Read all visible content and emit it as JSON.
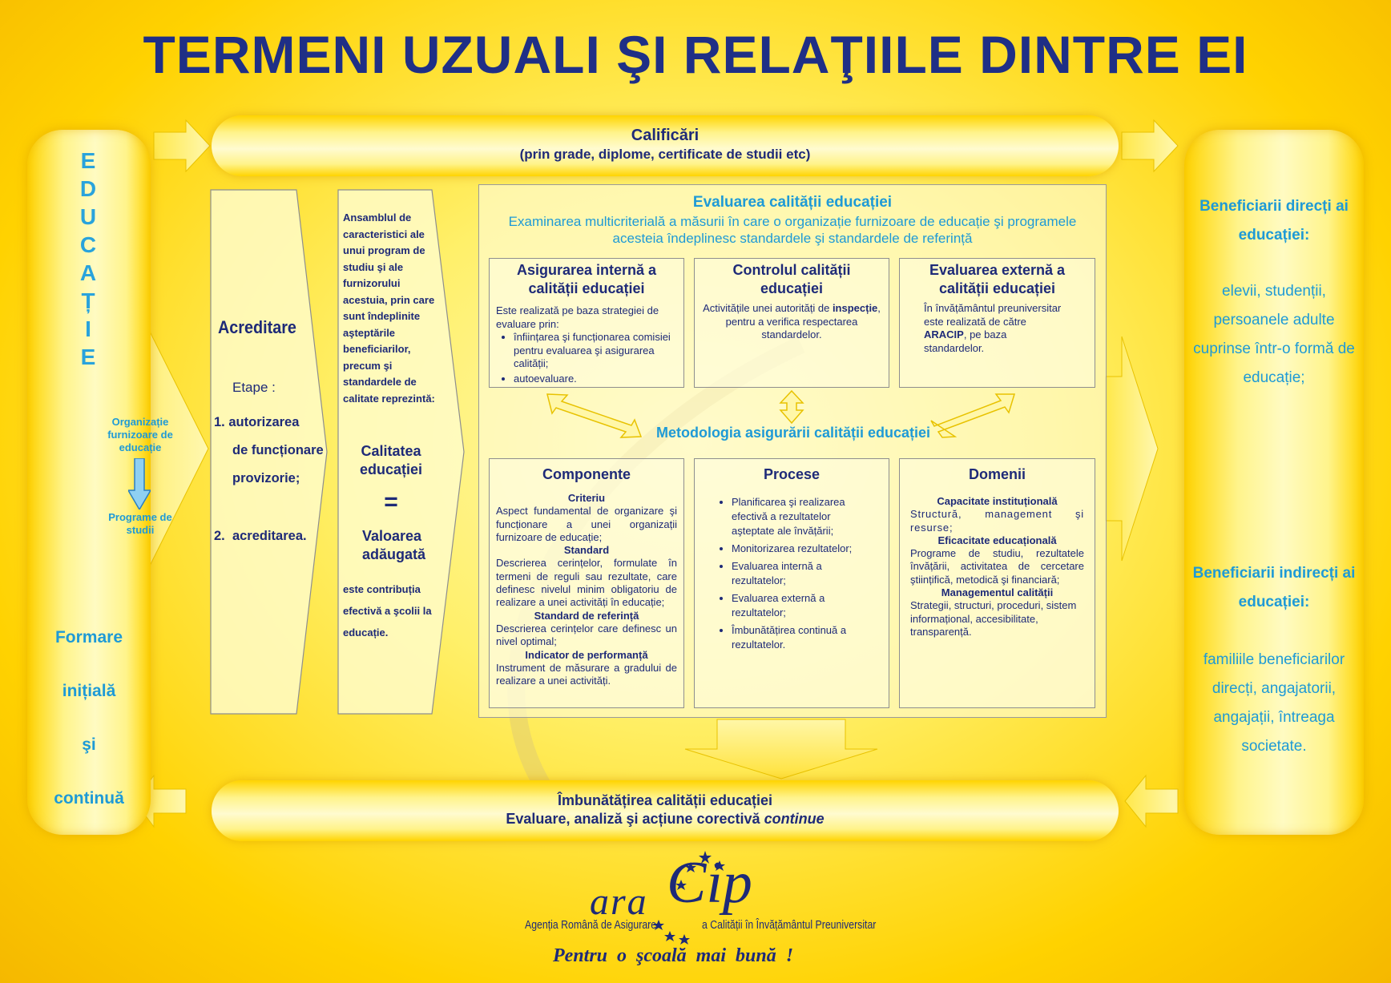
{
  "title": "TERMENI UZUALI ŞI RELAŢIILE DINTRE EI",
  "colors": {
    "title": "#1f2f86",
    "accent_cyan": "#1e9ad6",
    "background": "#ffd200",
    "text_dark": "#1e2a78"
  },
  "left": {
    "vertical_letters": [
      "E",
      "D",
      "U",
      "C",
      "A",
      "Ț",
      "I",
      "E"
    ],
    "org_label": "Organizație furnizoare de educație",
    "prog_label": "Programe de studii",
    "formare": [
      "Formare",
      "inițială",
      "şi",
      "continuă"
    ]
  },
  "top_bar": {
    "title": "Calificări",
    "subtitle": "(prin grade, diplome, certificate de studii etc)"
  },
  "bottom_bar": {
    "line1": "Îmbunătățirea calității educației",
    "line2_start": "Evaluare, analiză şi acțiune corectivă ",
    "line2_italic": "continue"
  },
  "acreditare": {
    "title": "Acreditare",
    "etape": "Etape :",
    "item1_num": "1.",
    "item1_line1": "autorizarea",
    "item1_line2": "de funcționare",
    "item1_line3": "provizorie;",
    "item2_num": "2.",
    "item2_text": "acreditarea."
  },
  "calitate": {
    "intro": "Ansamblul de caracteristici ale unui program de studiu şi ale furnizorului acestuia, prin care sunt îndeplinite aşteptările beneficiarilor, precum şi standardele de calitate reprezintă:",
    "term": "Calitatea educației",
    "equals": "=",
    "value_term": "Valoarea adăugată",
    "value_desc": "este contribuția efectivă a şcolii la educație."
  },
  "evaluare": {
    "title": "Evaluarea calității educației",
    "subtitle": "Examinarea multicriterială a măsurii în care o organizație furnizoare de educație şi programele acesteia îndeplinesc standardele şi standardele de referință",
    "methodology": "Metodologia asigurării calității educației"
  },
  "box_asigurare": {
    "title": "Asigurarea internă a calității educației",
    "intro": "Este realizată pe baza strategiei de evaluare prin:",
    "bullets": [
      "înființarea şi funcționarea comisiei pentru evaluarea şi asigurarea calității;",
      "autoevaluare."
    ]
  },
  "box_control": {
    "title": "Controlul calității educației",
    "text_before": "Activitățile unei autorități de ",
    "text_bold": "inspecție",
    "text_after": ", pentru a verifica respectarea standardelor."
  },
  "box_externa": {
    "title": "Evaluarea externă a calității educației",
    "text_before": "În învățământul preuniversitar este realizată de către ",
    "text_bold": "ARACIP",
    "text_after": ", pe baza standardelor."
  },
  "box_componente": {
    "title": "Componente",
    "criteriu_t": "Criteriu",
    "criteriu_d": "Aspect fundamental de organizare şi funcționare a unei organizații furnizoare de educație;",
    "standard_t": "Standard",
    "standard_d": "Descrierea cerințelor, formulate în termeni de reguli sau rezultate, care definesc nivelul minim obligatoriu de realizare a unei activități în educație;",
    "referinta_t": "Standard de referință",
    "referinta_d": "Descrierea cerințelor care definesc un nivel optimal;",
    "indicator_t": "Indicator de performanță",
    "indicator_d": "Instrument de măsurare a gradului de realizare a unei activități."
  },
  "box_procese": {
    "title": "Procese",
    "items": [
      "Planificarea şi realizarea efectivă a rezultatelor aşteptate ale învățării;",
      "Monitorizarea rezultatelor;",
      "Evaluarea internă a rezultatelor;",
      "Evaluarea externă a rezultatelor;",
      "Îmbunătățirea continuă a rezultatelor."
    ]
  },
  "box_domenii": {
    "title": "Domenii",
    "d1_t": "Capacitate instituțională",
    "d1_d": "Structură, management şi resurse;",
    "d2_t": "Eficacitate educațională",
    "d2_d": "Programe de studiu, rezultatele învățării, activitatea de cercetare ştiințifică, metodică şi financiară;",
    "d3_t": "Managementul calității",
    "d3_d": "Strategii, structuri, proceduri, sistem informațional, accesibilitate, transparență."
  },
  "right": {
    "direct_title": "Beneficiarii direcți ai educației:",
    "direct_text": "elevii, studenții, persoanele adulte cuprinse într-o formă de educație;",
    "indirect_title": "Beneficiarii indirecți ai educației:",
    "indirect_text": "familiile beneficiarilor direcți, angajatorii, angajații, întreaga societate."
  },
  "logo": {
    "ara": "ara",
    "cip": "Cip",
    "agency_left": "Agenția Română de Asigurare",
    "agency_right": "a Calității în Învățământul Preuniversitar",
    "motto": "Pentru o şcoală mai bună !"
  }
}
